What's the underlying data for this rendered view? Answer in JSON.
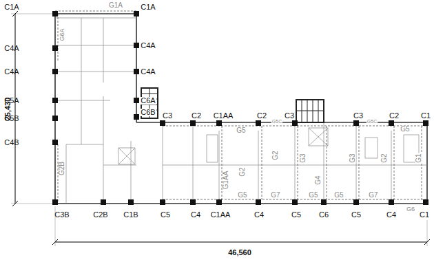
{
  "diagram": {
    "labels": [
      "25,430",
      "46,560",
      "C1A",
      "G1A",
      "C1A",
      "G6A",
      "C4A",
      "C4A",
      "C4A",
      "C4A",
      "C5A",
      "C6A",
      "C5B",
      "C6B",
      "C4B",
      "G2B",
      "C3",
      "C2",
      "C1AA",
      "C2",
      "G5C",
      "C3",
      "C3",
      "G5C",
      "C2",
      "C1",
      "G5",
      "G5",
      "G2",
      "G1AA",
      "G2",
      "G3",
      "G3",
      "G4",
      "G2",
      "G1",
      "G5",
      "G7",
      "G5",
      "G5",
      "G7",
      "G6",
      "C3B",
      "C2B",
      "C1B",
      "C5",
      "C4",
      "C1AA",
      "C4",
      "C5",
      "C6",
      "C5",
      "C4",
      "C1"
    ]
  }
}
